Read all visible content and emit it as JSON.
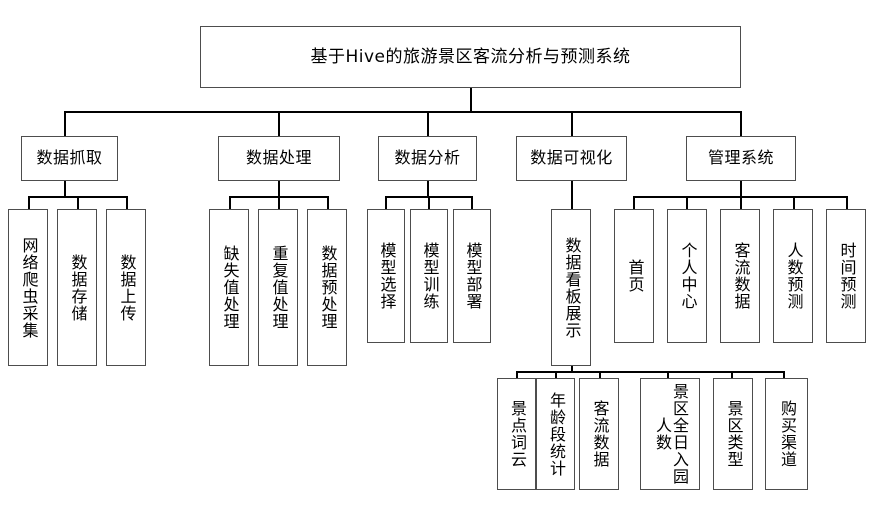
{
  "diagram": {
    "type": "tree-hierarchy",
    "title_node": {
      "label": "基于Hive的旅游景区客流分析与预测系统"
    },
    "level2": [
      {
        "id": "capture",
        "label": "数据抓取"
      },
      {
        "id": "process",
        "label": "数据处理"
      },
      {
        "id": "analysis",
        "label": "数据分析"
      },
      {
        "id": "visual",
        "label": "数据可视化"
      },
      {
        "id": "manage",
        "label": "管理系统"
      }
    ],
    "capture_children": [
      {
        "label": "网络爬虫采集"
      },
      {
        "label": "数据存储"
      },
      {
        "label": "数据上传"
      }
    ],
    "process_children": [
      {
        "label": "缺失值处理"
      },
      {
        "label": "重复值处理"
      },
      {
        "label": "数据预处理"
      }
    ],
    "analysis_children": [
      {
        "label": "模型选择"
      },
      {
        "label": "模型训练"
      },
      {
        "label": "模型部署"
      }
    ],
    "visual_children": [
      {
        "label": "数据看板展示"
      }
    ],
    "manage_children": [
      {
        "label": "首页"
      },
      {
        "label": "个人中心"
      },
      {
        "label": "客流数据"
      },
      {
        "label": "人数预测"
      },
      {
        "label": "时间预测"
      }
    ],
    "dashboard_children": [
      {
        "label": "景点词云"
      },
      {
        "label": "年龄段统计"
      },
      {
        "label": "客流数据"
      },
      {
        "label": "景区全日入园人数"
      },
      {
        "label": "景区类型"
      },
      {
        "label": "购买渠道"
      }
    ],
    "colors": {
      "box_border": "#4d4d4d",
      "connector": "#000000",
      "background": "#ffffff",
      "text": "#000000"
    }
  }
}
